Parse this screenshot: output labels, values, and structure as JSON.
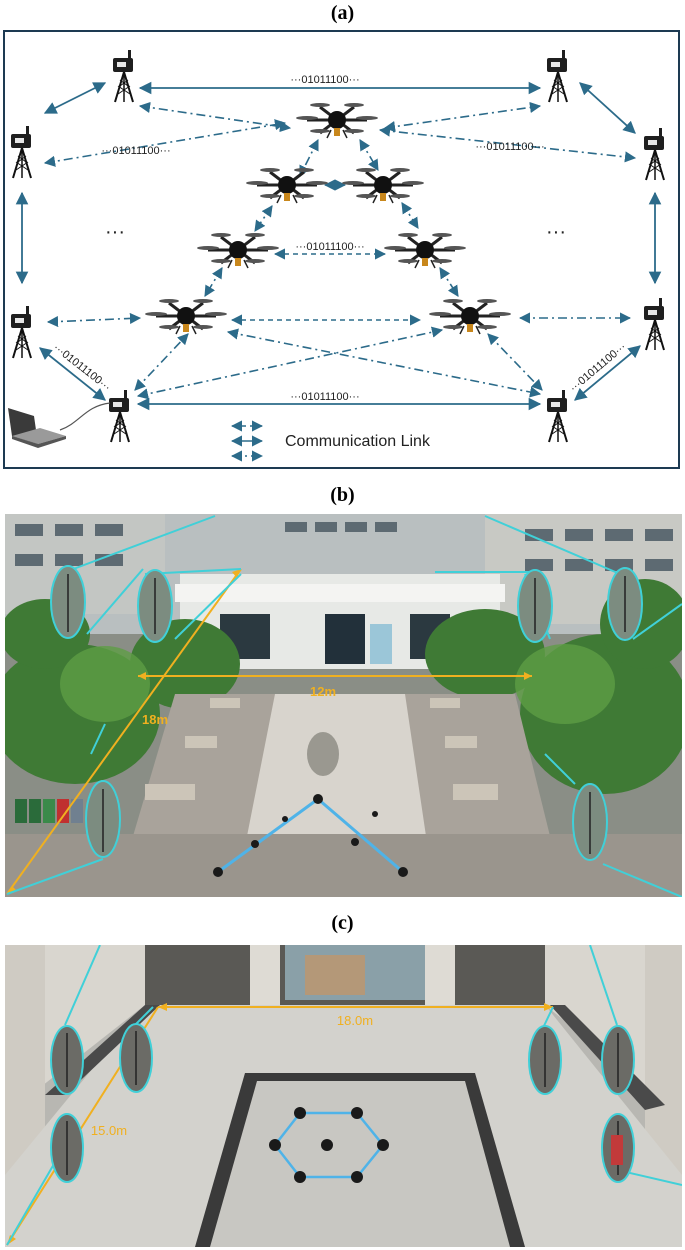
{
  "panels": {
    "a": {
      "label": "(a)"
    },
    "b": {
      "label": "(b)"
    },
    "c": {
      "label": "(c)"
    }
  },
  "diagram": {
    "bits": "···01011100···",
    "ellipsis": "···",
    "legend_text": "Communication Link"
  },
  "photo_b": {
    "width_label": "12m",
    "length_label": "18m"
  },
  "photo_c": {
    "width_label": "18.0m",
    "length_label": "15.0m"
  },
  "colors": {
    "link": "#2c6b8a",
    "frame": "#1d3a52",
    "dimension": "#f0b020",
    "formation": "#4fb3e8",
    "callout": "#40d0d8"
  }
}
